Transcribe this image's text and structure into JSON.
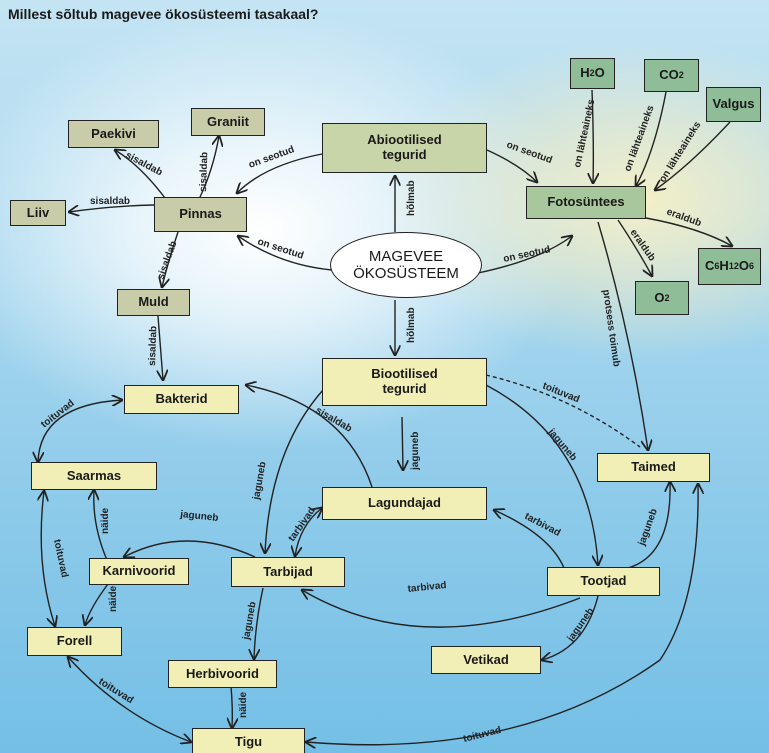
{
  "title": "Millest sõltub magevee ökosüsteemi tasakaal?",
  "nodes": {
    "magevee": [
      "MAGEVEE",
      "ÖKOSÜSTEEM"
    ],
    "abiootilised": [
      "Abiootilised",
      "tegurid"
    ],
    "biootilised": [
      "Biootilised",
      "tegurid"
    ],
    "pinnas": "Pinnas",
    "paekivi": "Paekivi",
    "graniit": "Graniit",
    "liiv": "Liiv",
    "muld": "Muld",
    "bakterid": "Bakterid",
    "saarmas": "Saarmas",
    "karnivoorid": "Karnivoorid",
    "forell": "Forell",
    "tarbijad": "Tarbijad",
    "herbivoorid": "Herbivoorid",
    "tigu": "Tigu",
    "lagundajad": "Lagundajad",
    "tootjad": "Tootjad",
    "vetikad": "Vetikad",
    "taimed": "Taimed",
    "fotosuntees": "Fotosüntees",
    "valgus": "Valgus",
    "h2o": {
      "main": "H",
      "sub": "2",
      "tail": "O"
    },
    "co2": {
      "main": "CO",
      "sub": "2"
    },
    "o2": {
      "main": "O",
      "sub": "2"
    },
    "glucose": {
      "parts": [
        "C",
        "6",
        "H",
        "12",
        "O",
        "6"
      ]
    }
  },
  "edge_labels": {
    "sisaldab": "sisaldab",
    "on_seotud": "on seotud",
    "holmab": "hõlmab",
    "on_lahteaineks": "on lähteaineks",
    "eraldub": "eraldub",
    "protsess_toimub": "protsess toimub",
    "toituvad": "toituvad",
    "jaguneb": "jaguneb",
    "naide": "näide",
    "tarbivad": "tarbivad"
  }
}
